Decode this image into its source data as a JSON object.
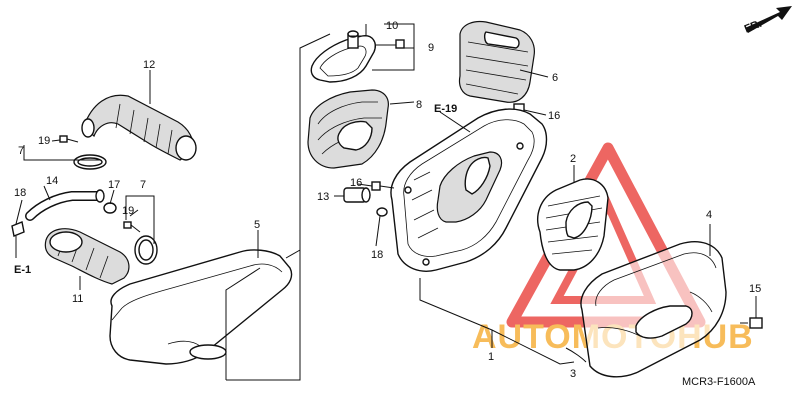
{
  "diagram": {
    "part_numbers": [
      "1",
      "2",
      "3",
      "4",
      "5",
      "6",
      "7",
      "7",
      "8",
      "9",
      "10",
      "11",
      "12",
      "13",
      "14",
      "15",
      "16",
      "16",
      "17",
      "18",
      "18",
      "19",
      "19"
    ],
    "callouts": {
      "p1": "1",
      "p2": "2",
      "p3": "3",
      "p4": "4",
      "p5": "5",
      "p6": "6",
      "p7a": "7",
      "p7b": "7",
      "p8": "8",
      "p9": "9",
      "p10": "10",
      "p11": "11",
      "p12": "12",
      "p13": "13",
      "p14": "14",
      "p15": "15",
      "p16a": "16",
      "p16b": "16",
      "p17": "17",
      "p18a": "18",
      "p18b": "18",
      "p19a": "19",
      "p19b": "19"
    },
    "refs": {
      "e19": "E-19",
      "e1": "E-1"
    },
    "direction_label": "FR.",
    "figure_code": "MCR3-F1600A",
    "watermark_text": "AUTOMOTOHUB",
    "colors": {
      "line": "#111111",
      "watermark_red": "#e8332e",
      "watermark_orange": "#f5a623"
    }
  }
}
